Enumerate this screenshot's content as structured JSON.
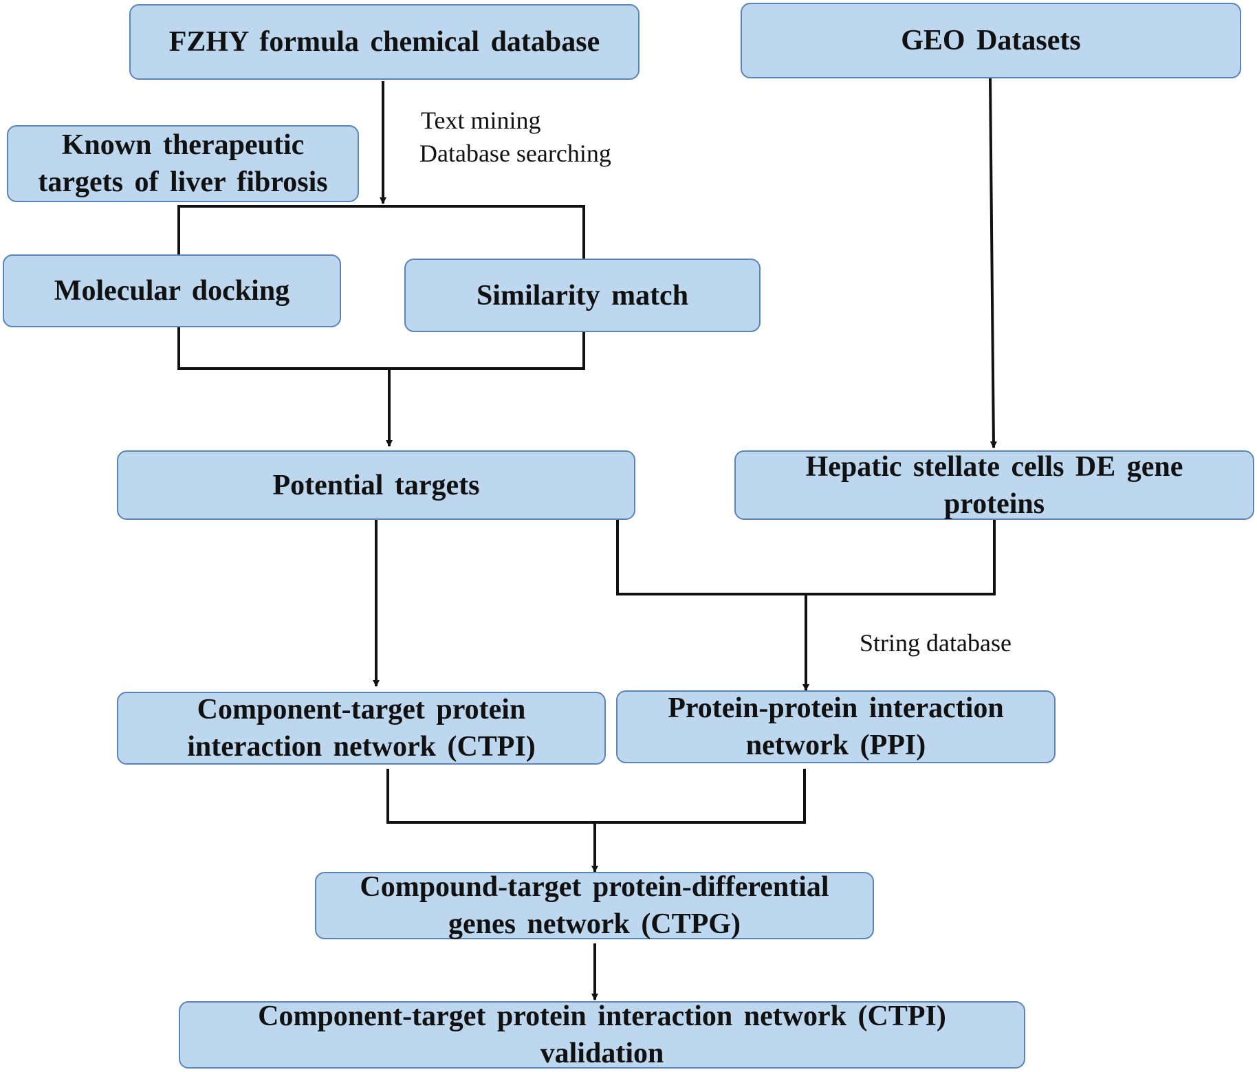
{
  "nodes": {
    "fzhy": "FZHY formula  chemical database",
    "geo": "GEO Datasets",
    "known_line1": "Known therapeutic",
    "known_line2": "targets of liver  fibrosis",
    "molecular": "Molecular  docking",
    "similarity": "Similarity  match",
    "potential": "Potential targets",
    "hepatic_line1": "Hepatic stellate cells DE gene",
    "hepatic_line2": "proteins",
    "ctpi_line1": "Component-target  protein",
    "ctpi_line2": "interaction  network (CTPI)",
    "ppi_line1": "Protein-protein  interaction",
    "ppi_line2": "network (PPI)",
    "ctpg_line1": "Compound-target  protein-differential",
    "ctpg_line2": "genes network (CTPG)",
    "validation_line1": "Component-target protein interaction network (CTPI)",
    "validation_line2": "validation"
  },
  "edge_labels": {
    "text_mining": "Text mining",
    "database_searching": "Database searching",
    "string_database": "String database"
  }
}
